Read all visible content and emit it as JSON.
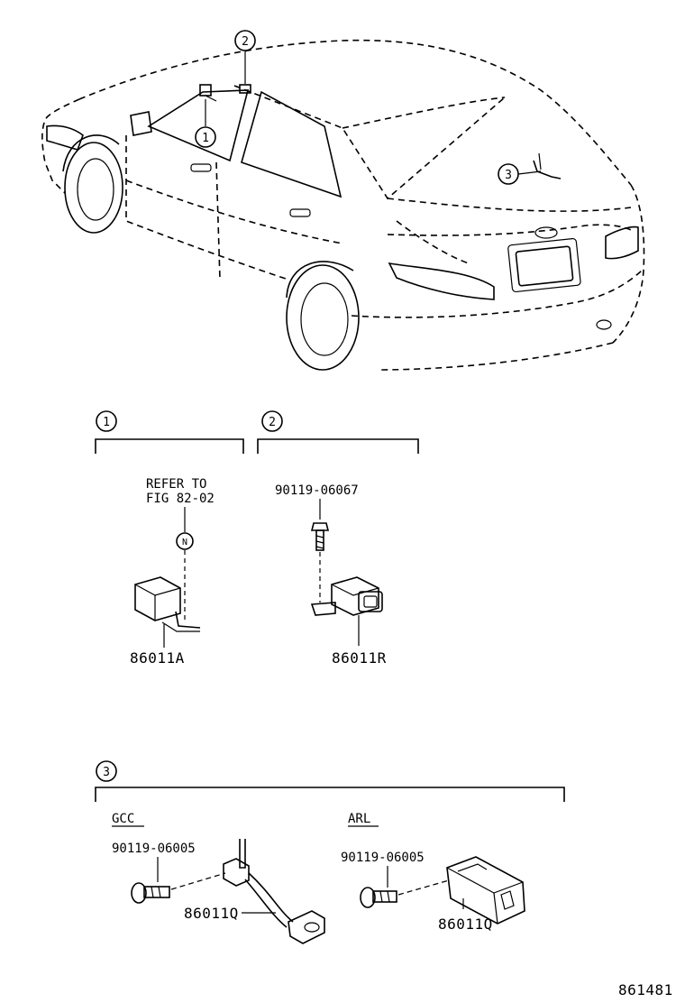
{
  "callouts": {
    "c1": "1",
    "c2": "2",
    "c3": "3"
  },
  "section1": {
    "refer_line1": "REFER TO",
    "refer_line2": "FIG 82-02",
    "refer_mark": "N",
    "part": "86011A"
  },
  "section2": {
    "bolt_part": "90119-06067",
    "part": "86011R"
  },
  "section3": {
    "gcc": {
      "heading": "GCC",
      "bolt_part": "90119-06005",
      "part": "86011Q"
    },
    "arl": {
      "heading": "ARL",
      "bolt_part": "90119-06005",
      "part": "86011Q"
    }
  },
  "figure_number": "861481"
}
